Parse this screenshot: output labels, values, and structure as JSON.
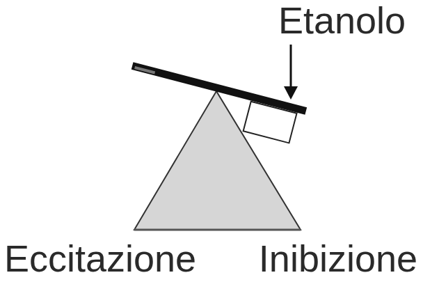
{
  "diagram": {
    "labels": [
      "Etanolo",
      "Eccitazione",
      "Inibizione"
    ]
  }
}
